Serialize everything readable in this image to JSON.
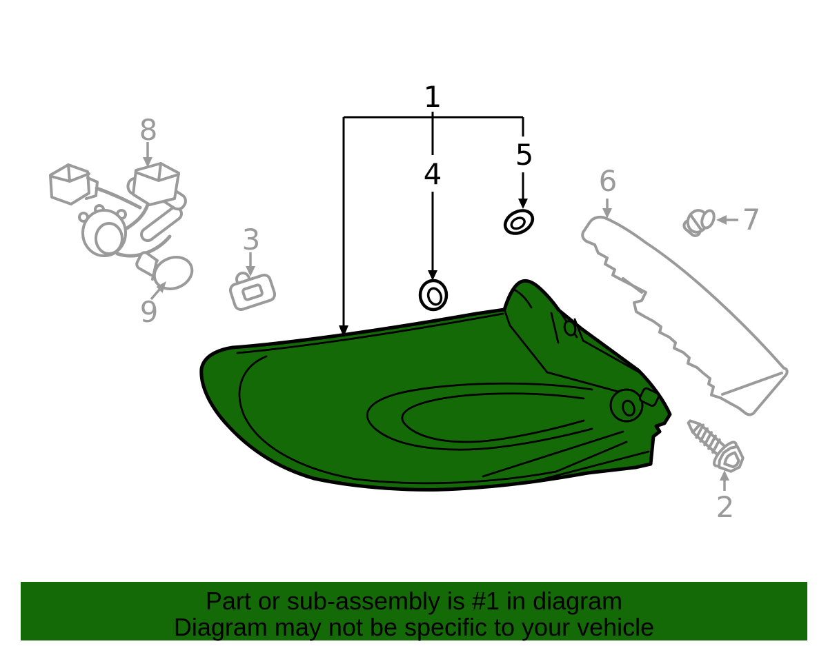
{
  "diagram": {
    "highlighted_part_number": "1",
    "callouts": {
      "c1": {
        "label": "1",
        "style": "black",
        "points_to": "tail-lamp-assembly"
      },
      "c2": {
        "label": "2",
        "style": "gray",
        "points_to": "mounting-screw"
      },
      "c3": {
        "label": "3",
        "style": "gray",
        "points_to": "retainer-clip"
      },
      "c4": {
        "label": "4",
        "style": "black",
        "points_to": "grommet"
      },
      "c5": {
        "label": "5",
        "style": "black",
        "points_to": "grommet"
      },
      "c6": {
        "label": "6",
        "style": "gray",
        "points_to": "sail-trim-panel"
      },
      "c7": {
        "label": "7",
        "style": "gray",
        "points_to": "push-pin-retainer"
      },
      "c8": {
        "label": "8",
        "style": "gray",
        "points_to": "bulb-socket-harness"
      },
      "c9": {
        "label": "9",
        "style": "gray",
        "points_to": "bulb"
      }
    },
    "colors": {
      "highlight_green": "#156a08",
      "gray_line_art": "#9a9a9a",
      "black_outline": "#000000",
      "background": "#ffffff"
    }
  },
  "banner": {
    "line1": "Part or sub-assembly is #1 in diagram",
    "line2": "Diagram may not be specific to your vehicle",
    "bg_color": "#156a08",
    "text_color": "#000000"
  }
}
